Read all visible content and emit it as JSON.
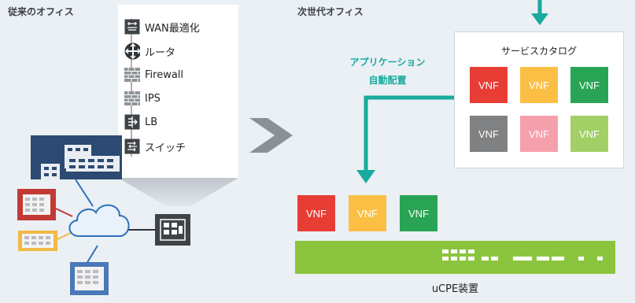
{
  "left_title": "従来のオフィス",
  "right_title": "次世代オフィス",
  "devices": [
    {
      "label": "WAN最適化",
      "icon": "wan-optimizer-icon"
    },
    {
      "label": "ルータ",
      "icon": "router-icon"
    },
    {
      "label": "Firewall",
      "icon": "firewall-icon"
    },
    {
      "label": "IPS",
      "icon": "ips-icon"
    },
    {
      "label": "LB",
      "icon": "load-balancer-icon"
    },
    {
      "label": "スイッチ",
      "icon": "switch-icon"
    }
  ],
  "deploy_label": {
    "line1": "アプリケーション",
    "line2": "自動配置"
  },
  "catalog": {
    "title": "サービスカタログ",
    "items": [
      {
        "label": "VNF",
        "color": "#e83d35"
      },
      {
        "label": "VNF",
        "color": "#fcbf46"
      },
      {
        "label": "VNF",
        "color": "#29a455"
      },
      {
        "label": "VNF",
        "color": "#7f8183"
      },
      {
        "label": "VNF",
        "color": "#f5a0ac"
      },
      {
        "label": "VNF",
        "color": "#a2cf66"
      }
    ]
  },
  "deployed_vnfs": [
    {
      "label": "VNF",
      "color": "#e83d35"
    },
    {
      "label": "VNF",
      "color": "#fcbf46"
    },
    {
      "label": "VNF",
      "color": "#29a455"
    }
  ],
  "ucpe_label": "uCPE装置",
  "colors": {
    "background": "#eaf0f4",
    "teal_arrow": "#1aaa9f",
    "ucpe_green": "#8bc53f",
    "hq_building": "#2c4a72",
    "branch_red": "#c23a33",
    "branch_yellow": "#f1b946",
    "branch_blue": "#4a78b8",
    "cloud_stroke": "#2d70b8",
    "gray_arrow": "#8a9096"
  }
}
